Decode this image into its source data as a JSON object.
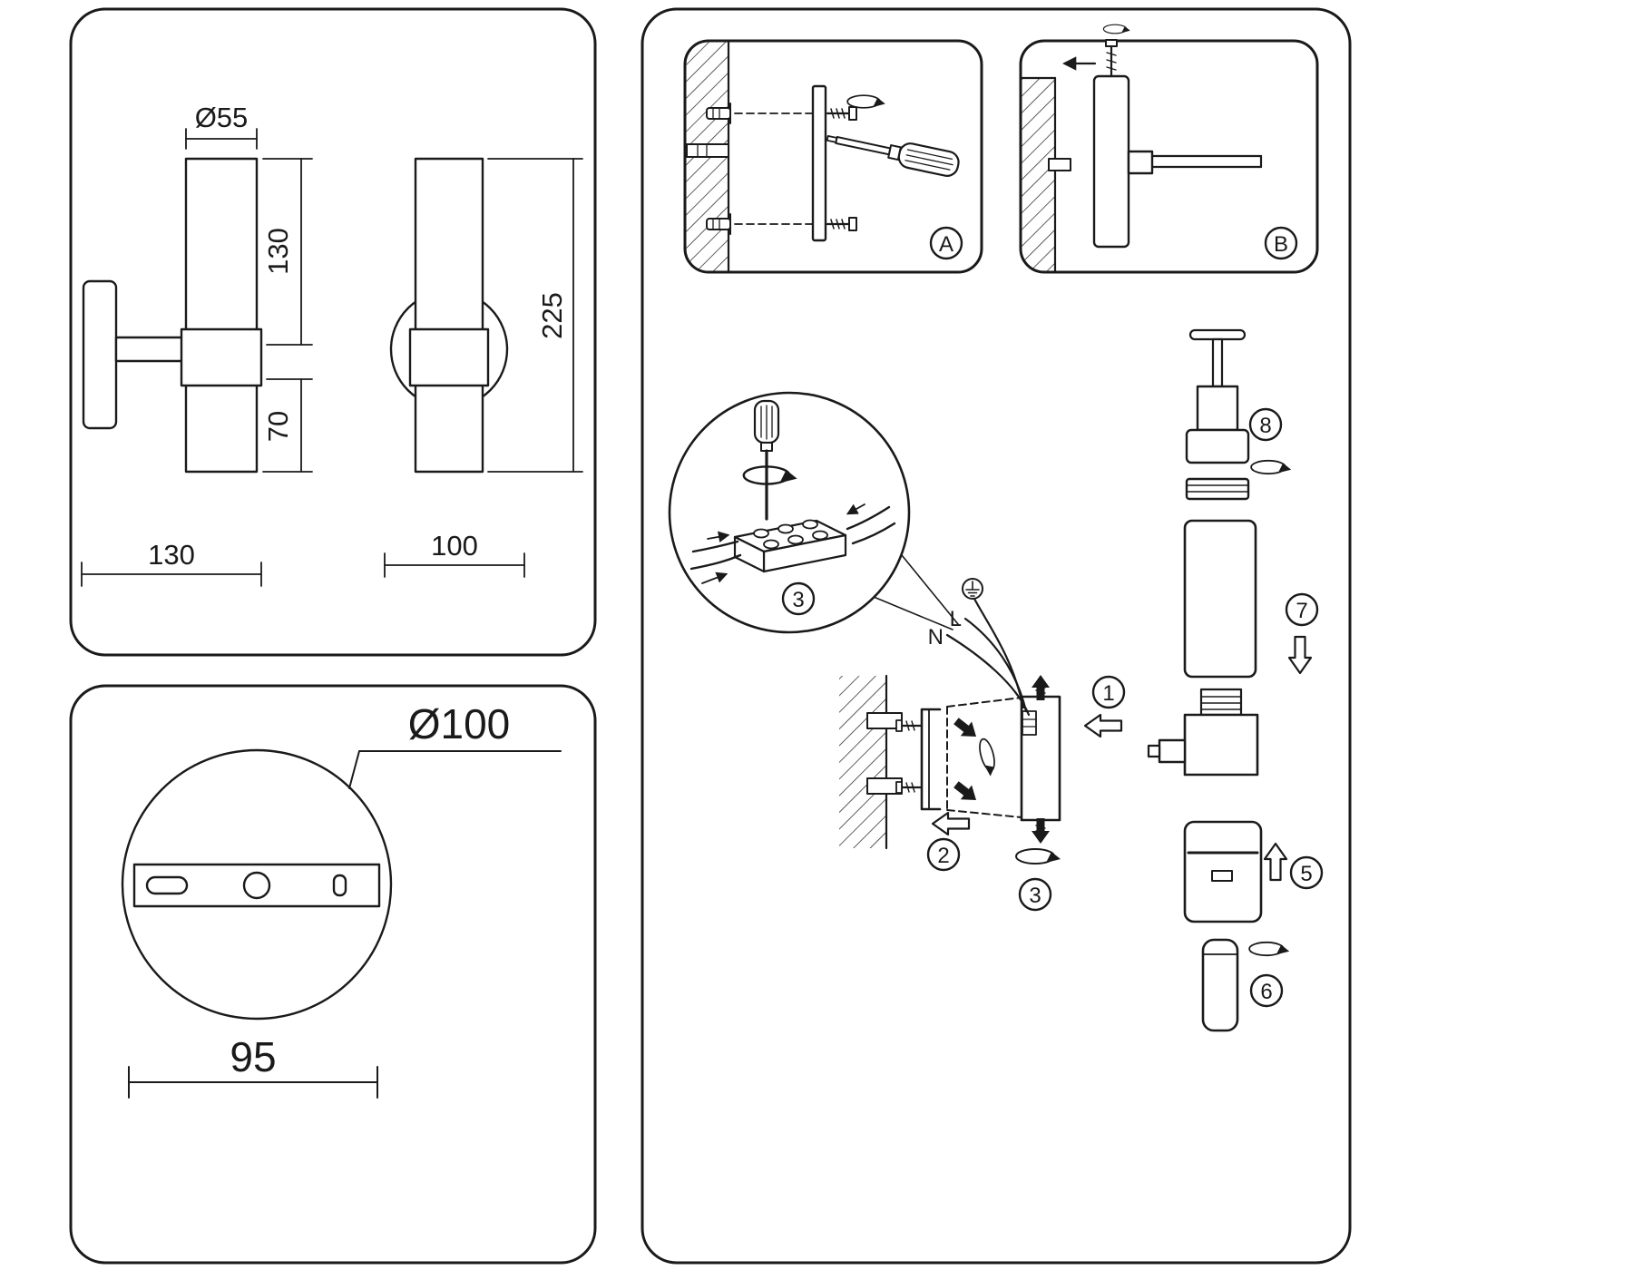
{
  "colors": {
    "line": "#1a1a1a",
    "background": "#ffffff"
  },
  "dimension_panel": {
    "shade_diameter": "Ø55",
    "upper_section_height": "130",
    "lower_section_height": "70",
    "wall_depth": "130",
    "total_height": "225",
    "front_width": "100"
  },
  "base_panel": {
    "base_diameter": "Ø100",
    "mount_hole_spacing": "95"
  },
  "installation_panel": {
    "inset_a_label": "A",
    "inset_b_label": "B",
    "wire_live_label": "L",
    "wire_neutral_label": "N",
    "step_1": "1",
    "step_2": "2",
    "step_3": "3",
    "wiring_detail_step": "3",
    "step_5": "5",
    "step_6": "6",
    "step_7": "7",
    "step_8": "8"
  }
}
